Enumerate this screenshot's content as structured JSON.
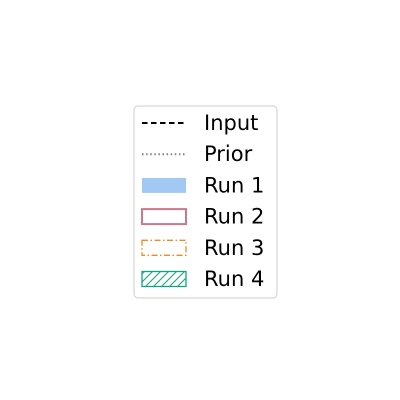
{
  "chart_data": {
    "type": "legend",
    "title": "",
    "entries": [
      {
        "label": "Input",
        "marker": "line",
        "line_style": "dashed",
        "color": "#000000"
      },
      {
        "label": "Prior",
        "marker": "line",
        "line_style": "dotted",
        "color": "#808080"
      },
      {
        "label": "Run 1",
        "marker": "patch",
        "fill": "#a1c9f4",
        "edge": "none",
        "edge_style": "none",
        "hatch": "none"
      },
      {
        "label": "Run 2",
        "marker": "patch",
        "fill": "none",
        "edge": "#c9798a",
        "edge_style": "solid",
        "hatch": "none"
      },
      {
        "label": "Run 3",
        "marker": "patch",
        "fill": "none",
        "edge": "#f08a24",
        "edge_style": "dashdot",
        "hatch": "none"
      },
      {
        "label": "Run 4",
        "marker": "patch",
        "fill": "none",
        "edge": "#10a37f",
        "edge_style": "solid",
        "hatch": "diagonal"
      }
    ]
  }
}
